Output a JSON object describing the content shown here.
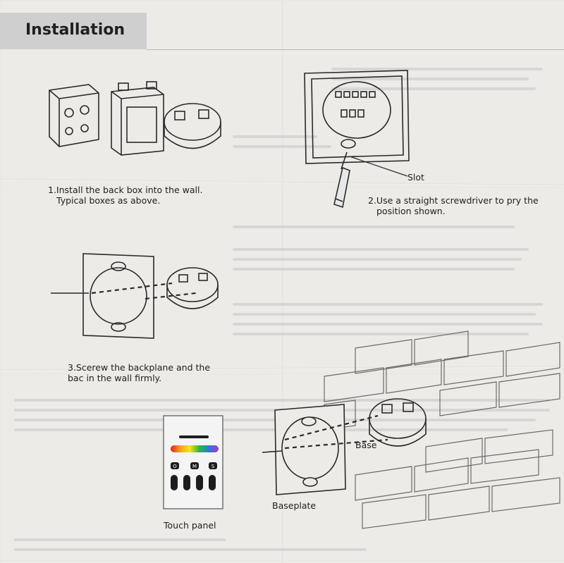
{
  "header": {
    "title": "Installation"
  },
  "steps": {
    "step1": {
      "line1": "1.Install the back box into the wall.",
      "line2": "Typical boxes as above."
    },
    "step2": {
      "line1": "2.Use a straight screwdriver to pry the",
      "line2": "position shown."
    },
    "step3": {
      "line1": "3.Scerew the backplane and the",
      "line2": "bac in the wall firmly."
    }
  },
  "labels": {
    "slot": "Slot",
    "base": "Base",
    "baseplate": "Baseplate",
    "touch_panel": "Touch panel"
  },
  "panel_keys": [
    "O",
    "M",
    "S"
  ]
}
